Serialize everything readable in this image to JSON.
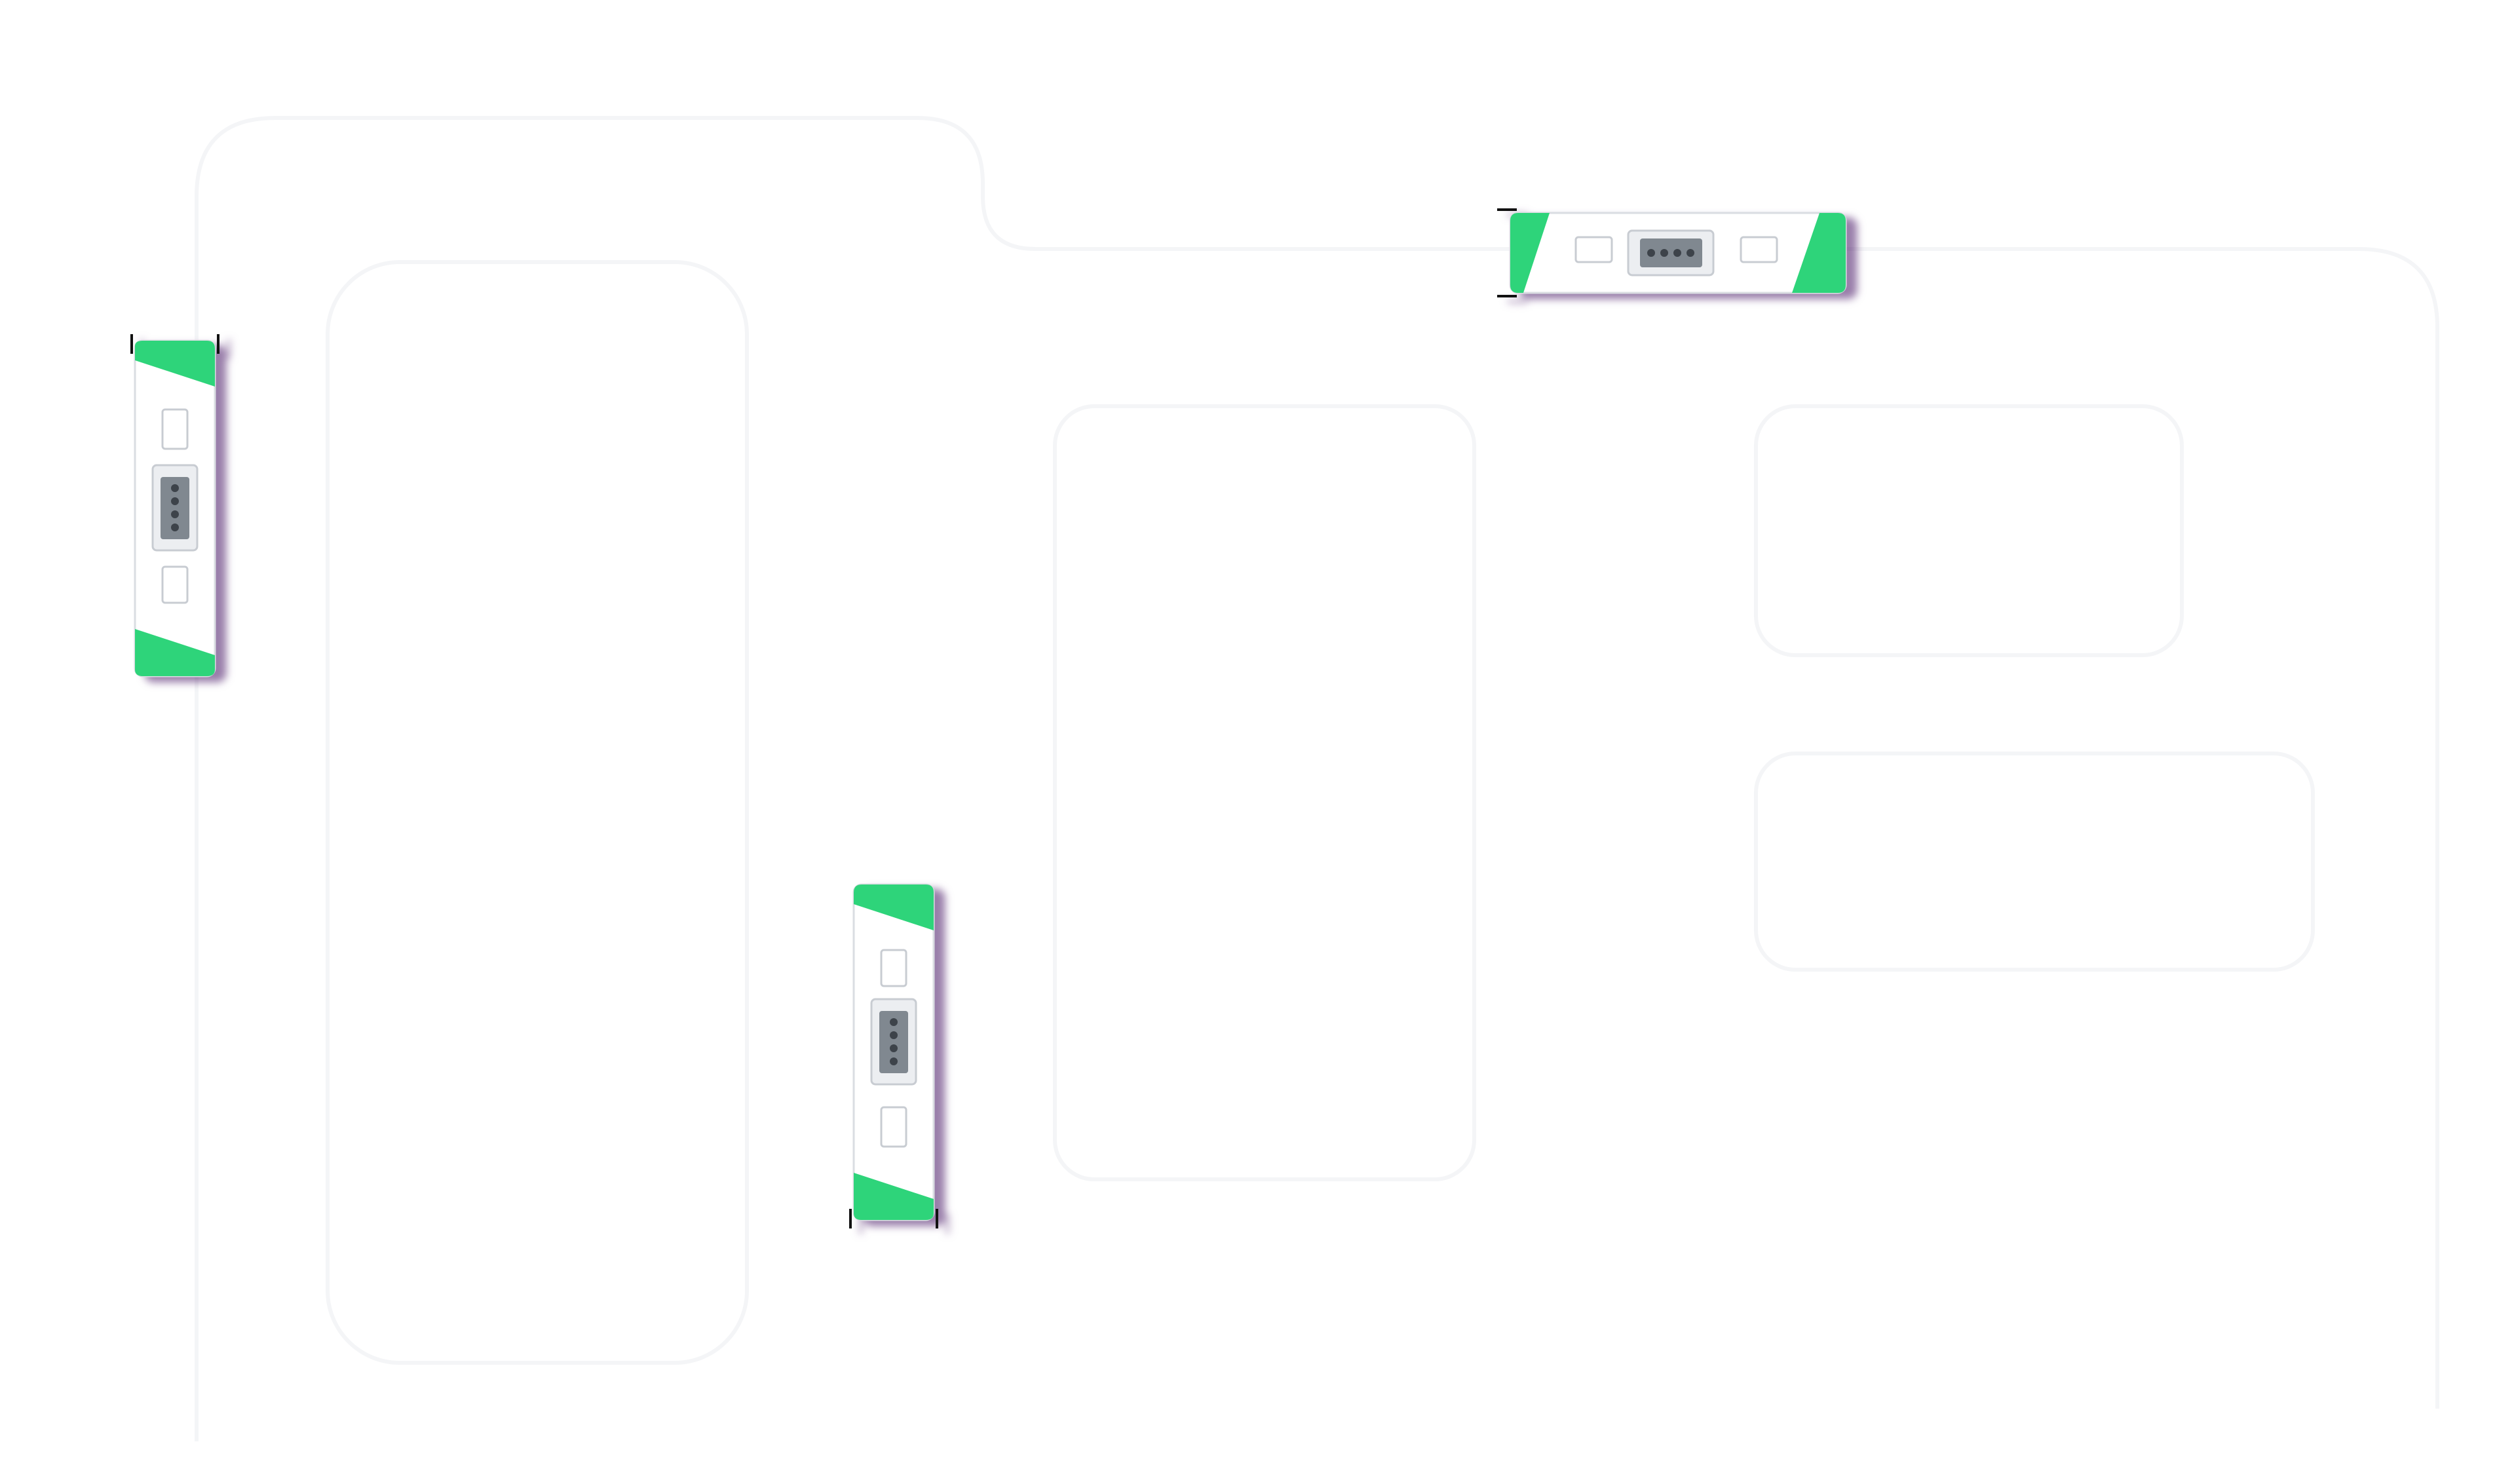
{
  "scene": {
    "background_color": "#ffffff",
    "road_outline_color": "#f5f6f8"
  },
  "buses": [
    {
      "id": "bus-left",
      "heading": "north",
      "color_accent": "#2ed47a",
      "body_color": "#ffffff",
      "roof_unit_color": "#808890"
    },
    {
      "id": "bus-bottom-middle",
      "heading": "south",
      "color_accent": "#2ed47a",
      "body_color": "#ffffff",
      "roof_unit_color": "#808890"
    },
    {
      "id": "bus-top-right",
      "heading": "west",
      "color_accent": "#2ed47a",
      "body_color": "#ffffff",
      "roof_unit_color": "#808890"
    }
  ],
  "icons": {
    "bus": "bus-icon"
  }
}
